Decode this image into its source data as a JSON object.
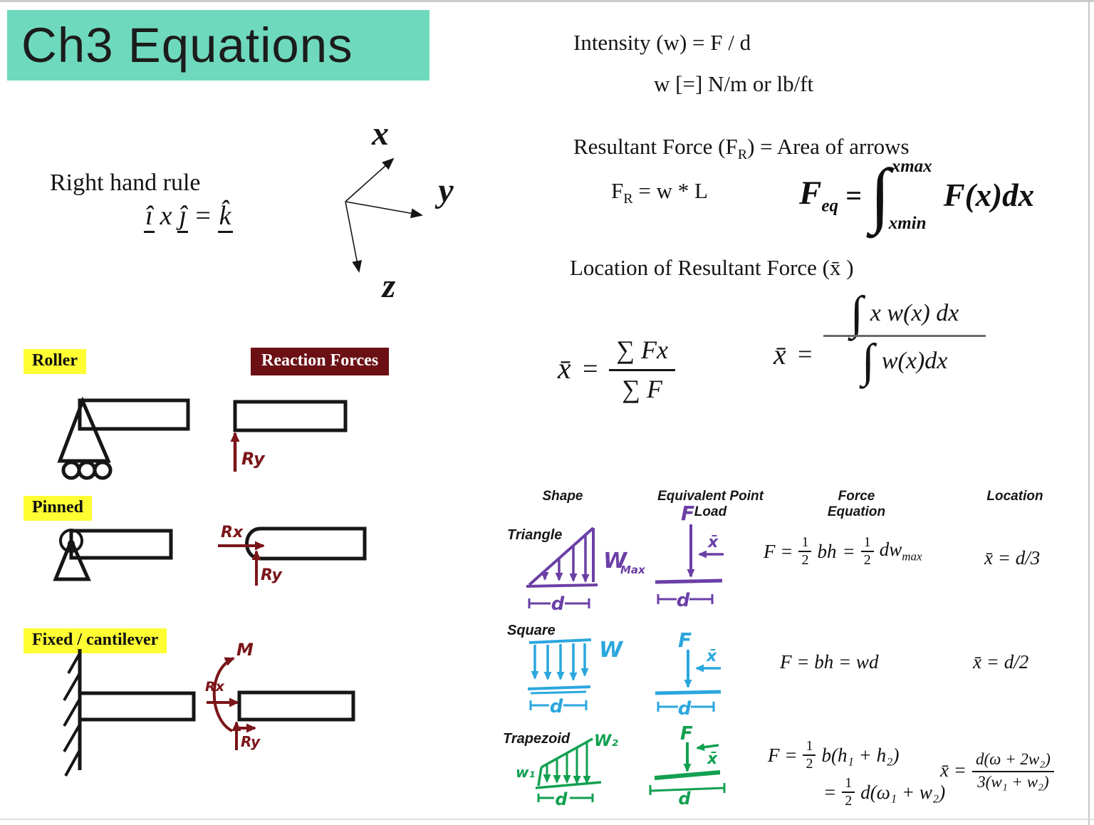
{
  "colors": {
    "title_bg": "#6FD9BD",
    "yellow": "#FEFE33",
    "maroon_bg": "#6B1014",
    "maroon_ink": "#7A1519",
    "purple": "#6B3FA6",
    "blue": "#2BA7DE",
    "green": "#12A050",
    "ink": "#161616"
  },
  "title": "Ch3 Equations",
  "rhr": {
    "label": "Right hand rule",
    "i_hat": "î",
    "cross": "x",
    "j_hat": "ĵ",
    "equals": "=",
    "k_hat": "k̂"
  },
  "axes": {
    "x_label": "x",
    "y_label": "y",
    "z_label": "z"
  },
  "intensity_line1": "Intensity (w) = F / d",
  "intensity_line2": "w [=] N/m or lb/ft",
  "resultant": {
    "heading_pre": "Resultant Force (F",
    "heading_sub": "R",
    "heading_post": ") = Area of arrows",
    "fr_pre": "F",
    "fr_sub": "R",
    "fr_post": " = w * L",
    "feq_f": "F",
    "feq_sub": "eq",
    "feq_equals": "=",
    "feq_integral": "∫",
    "feq_upper": "xmax",
    "feq_lower": "xmin",
    "feq_integrand": "F(x)dx"
  },
  "location": {
    "heading": "Location of Resultant Force (x̄ )",
    "sum_lhs": "x̄",
    "sum_equals": "=",
    "sum_num": "∑ Fx",
    "sum_den": "∑ F",
    "int_lhs": "x̄",
    "int_equals": "=",
    "int_num_int": "∫",
    "int_num": "x w(x) dx",
    "int_den_int": "∫",
    "int_den": "w(x)dx"
  },
  "supports": {
    "roller_label": "Roller",
    "reaction_heading": "Reaction Forces",
    "pinned_label": "Pinned",
    "fixed_label": "Fixed / cantilever",
    "roller_ry": "Ry",
    "pinned_rx": "Rx",
    "pinned_ry": "Ry",
    "fixed_m": "M",
    "fixed_rx": "Rx",
    "fixed_ry": "Ry"
  },
  "load_table": {
    "headers": {
      "shape": "Shape",
      "point_load": "Equivalent Point Load",
      "force_eq": "Force Equation",
      "location": "Location"
    },
    "triangle": {
      "name": "Triangle",
      "w_label": "W",
      "w_sub": "Max",
      "d_shape": "d",
      "f_label": "F",
      "xbar_label": "x̄",
      "d_point": "d",
      "eq_p1": "F =",
      "eq_f1n": "1",
      "eq_f1d": "2",
      "eq_p2": "bh",
      "eq_p3": "=",
      "eq_f2n": "1",
      "eq_f2d": "2",
      "eq_p4": "dw",
      "eq_p4sub": "max",
      "loc": "x̄ = d/3"
    },
    "square": {
      "name": "Square",
      "w_label": "W",
      "d_shape": "d",
      "f_label": "F",
      "xbar_label": "x̄",
      "d_point": "d",
      "eq": "F = bh = wd",
      "loc": "x̄ = d/2"
    },
    "trapezoid": {
      "name": "Trapezoid",
      "w1_label": "w₁",
      "w2_label": "W₂",
      "d_shape": "d",
      "f_label": "F",
      "xbar_label": "x̄",
      "d_point": "d",
      "eq1_p1": "F =",
      "eq1_fn": "1",
      "eq1_fd": "2",
      "eq1_p2": "b(h₁ + h₂)",
      "eq2_p1": "=",
      "eq2_fn": "1",
      "eq2_fd": "2",
      "eq2_p2": "d(ω₁ + w₂)",
      "loc_lhs": "x̄ =",
      "loc_num": "d(ω + 2w₂)",
      "loc_den": "3(w₁ + w₂)"
    }
  }
}
